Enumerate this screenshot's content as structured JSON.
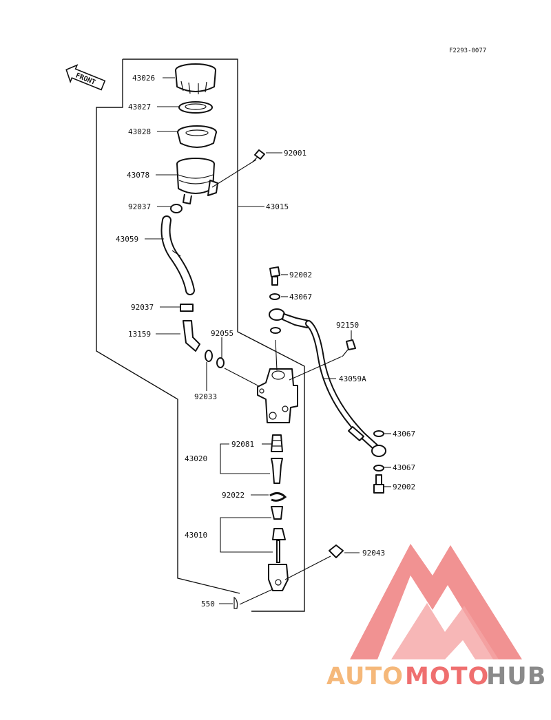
{
  "diagram_code": "F2293-0077",
  "front_label": "FRONT",
  "parts": [
    {
      "id": "43026"
    },
    {
      "id": "43027"
    },
    {
      "id": "43028"
    },
    {
      "id": "43078"
    },
    {
      "id": "92037"
    },
    {
      "id": "43059"
    },
    {
      "id": "92037"
    },
    {
      "id": "13159"
    },
    {
      "id": "92033"
    },
    {
      "id": "92055"
    },
    {
      "id": "43020"
    },
    {
      "id": "92081"
    },
    {
      "id": "92022"
    },
    {
      "id": "43010"
    },
    {
      "id": "550"
    },
    {
      "id": "92001"
    },
    {
      "id": "43015"
    },
    {
      "id": "92002"
    },
    {
      "id": "43067"
    },
    {
      "id": "92150"
    },
    {
      "id": "43059A"
    },
    {
      "id": "43067"
    },
    {
      "id": "43067"
    },
    {
      "id": "92002"
    },
    {
      "id": "92043"
    }
  ],
  "watermark": {
    "text_part1": "AUTO",
    "text_part2": "MOTO",
    "text_part3": "HUB",
    "colors": {
      "auto": "#f5b87a",
      "moto": "#ef6f6f",
      "hub": "#8a8a8a",
      "logo": "#f08080"
    }
  }
}
